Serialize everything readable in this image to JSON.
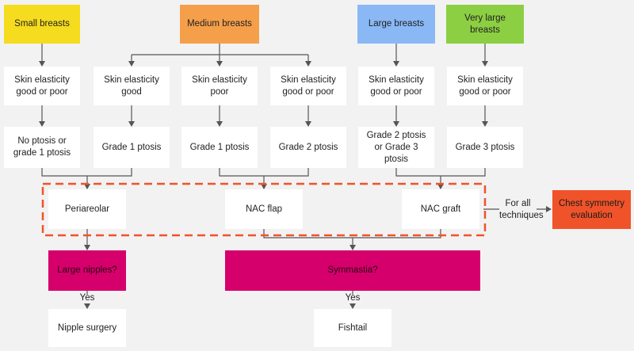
{
  "categories": {
    "small": "Small breasts",
    "medium": "Medium breasts",
    "large": "Large breasts",
    "very_large": "Very large breasts"
  },
  "elasticity": {
    "small": "Skin elasticity good or poor",
    "medium_good": "Skin elasticity good",
    "medium_poor": "Skin elasticity poor",
    "medium_any": "Skin elasticity good or poor",
    "large": "Skin elasticity good or poor",
    "very_large": "Skin elasticity good or poor"
  },
  "ptosis": {
    "small": "No ptosis or grade 1 ptosis",
    "medium_good": "Grade 1 ptosis",
    "medium_poor": "Grade 1 ptosis",
    "medium_any": "Grade 2 ptosis",
    "large": "Grade 2 ptosis or Grade 3 ptosis",
    "very_large": "Grade 3 ptosis"
  },
  "techniques": {
    "periareolar": "Periareolar",
    "nac_flap": "NAC flap",
    "nac_graft": "NAC graft"
  },
  "for_all": "For all techniques",
  "chest_symmetry": "Chest symmetry evaluation",
  "questions": {
    "large_nipples": "Large nipples?",
    "symmastia": "Symmastia?"
  },
  "yes_label": "Yes",
  "outcomes": {
    "nipple_surgery": "Nipple surgery",
    "fishtail": "Fishtail"
  },
  "colors": {
    "small": "#f5dc1e",
    "medium": "#f59f4b",
    "large": "#8ab8f5",
    "very_large": "#8ccf42",
    "chest_symmetry": "#f0532a",
    "questions": "#d6006c",
    "dashed_border": "#f0532a",
    "lines": "#555555"
  }
}
